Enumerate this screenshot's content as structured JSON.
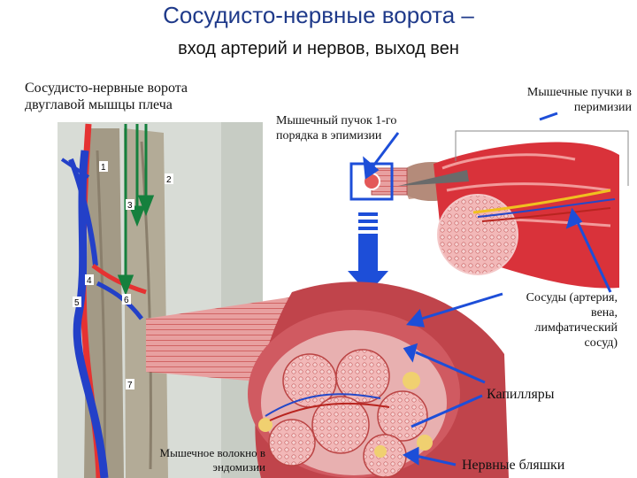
{
  "title": "Сосудисто-нервные ворота –",
  "subtitle": "вход артерий и нервов, выход вен",
  "labels": {
    "biceps_gate": [
      "Сосудисто-нервные ворота",
      "двуглавой мышцы плеча"
    ],
    "bundle_epimysium": [
      "Мышечный пучок 1-го",
      "порядка в эпимизии"
    ],
    "bundles_perimysium": [
      "Мышечные пучки в",
      "перимизии"
    ],
    "vessels": [
      "Сосуды (артерия,",
      "вена,",
      "лимфатический",
      "сосуд)"
    ],
    "capillaries": "Капилляры",
    "fiber_endomysium": [
      "Мышечное волокно в",
      "эндомизии"
    ],
    "nerve_plaques": "Нервные бляшки"
  },
  "specimen_numbers": [
    "1",
    "2",
    "3",
    "4",
    "5",
    "6",
    "7"
  ],
  "colors": {
    "title": "#1f3a8a",
    "arrow_blue": "#1d4ed8",
    "arrow_green": "#15803d",
    "muscle_red": "#d9323a",
    "vein_blue": "#1e3fbf"
  }
}
